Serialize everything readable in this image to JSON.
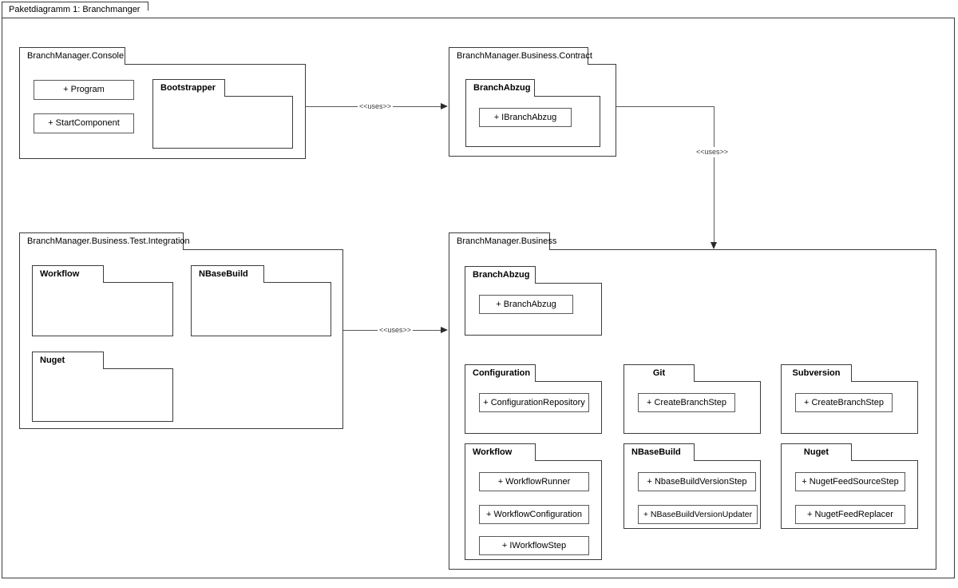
{
  "frame": {
    "title": "Paketdiagramm 1: Branchmanger"
  },
  "packages": [
    {
      "id": "console",
      "title": "BranchManager.Console",
      "classes": [
        {
          "label": "+ Program"
        },
        {
          "label": "+ StartComponent"
        }
      ],
      "subpackages": [
        {
          "title": "Bootstrapper",
          "classes": []
        }
      ]
    },
    {
      "id": "contract",
      "title": "BranchManager.Business.Contract",
      "subpackages": [
        {
          "title": "BranchAbzug",
          "classes": [
            {
              "label": "+ IBranchAbzug"
            }
          ]
        }
      ]
    },
    {
      "id": "test-integration",
      "title": "BranchManager.Business.Test.Integration",
      "subpackages": [
        {
          "title": "Workflow",
          "classes": []
        },
        {
          "title": "NBaseBuild",
          "classes": []
        },
        {
          "title": "Nuget",
          "classes": []
        }
      ]
    },
    {
      "id": "business",
      "title": "BranchManager.Business",
      "subpackages": [
        {
          "title": "BranchAbzug",
          "classes": [
            {
              "label": "+ BranchAbzug"
            }
          ]
        },
        {
          "title": "Configuration",
          "classes": [
            {
              "label": "+ ConfigurationRepository"
            }
          ]
        },
        {
          "title": "Git",
          "classes": [
            {
              "label": "+ CreateBranchStep"
            }
          ]
        },
        {
          "title": "Subversion",
          "classes": [
            {
              "label": "+ CreateBranchStep"
            }
          ]
        },
        {
          "title": "Workflow",
          "classes": [
            {
              "label": "+ WorkflowRunner"
            },
            {
              "label": "+ WorkflowConfiguration"
            },
            {
              "label": "+ IWorkflowStep"
            }
          ]
        },
        {
          "title": "NBaseBuild",
          "classes": [
            {
              "label": "+ NbaseBuildVersionStep"
            },
            {
              "label": "+ NBaseBuildVersionUpdater"
            }
          ]
        },
        {
          "title": "Nuget",
          "classes": [
            {
              "label": "+ NugetFeedSourceStep"
            },
            {
              "label": "+ NugetFeedReplacer"
            }
          ]
        }
      ]
    }
  ],
  "connectors": [
    {
      "id": "console-to-contract",
      "label": "<<uses>>",
      "from": "BranchManager.Console",
      "to": "BranchManager.Business.Contract"
    },
    {
      "id": "contract-to-business",
      "label": "<<uses>>",
      "from": "BranchManager.Business.Contract",
      "to": "BranchManager.Business"
    },
    {
      "id": "test-to-business",
      "label": "<<uses>>",
      "from": "BranchManager.Business.Test.Integration",
      "to": "BranchManager.Business"
    }
  ],
  "colors": {
    "stroke": "#3c3c3c",
    "box_stroke": "#5a5a5a",
    "arrow": "#2b2b2b",
    "background": "#ffffff"
  }
}
